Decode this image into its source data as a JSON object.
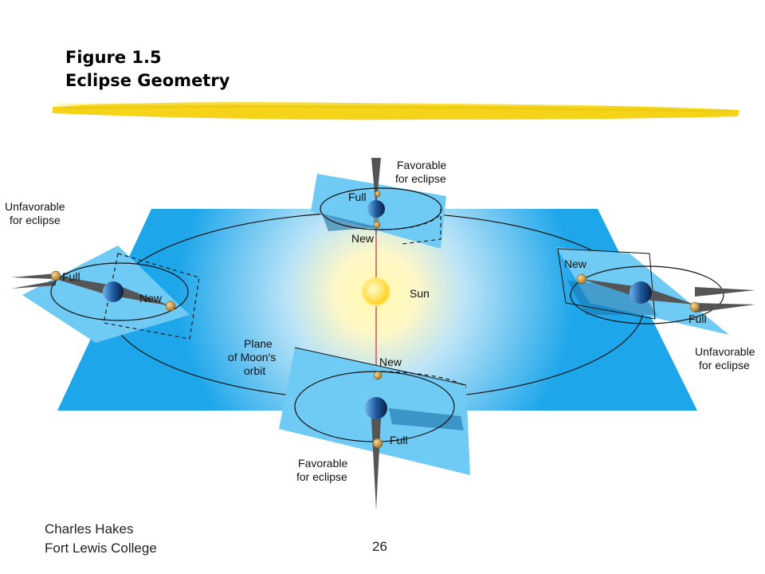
{
  "title": {
    "figure_number": "Figure 1.5",
    "figure_name": "Eclipse Geometry"
  },
  "labels": {
    "sun": "Sun",
    "plane_line1": "Plane",
    "plane_line2": "of Moon's",
    "plane_line3": "orbit",
    "full": "Full",
    "new": "New",
    "favorable_line1": "Favorable",
    "favorable_line2": "for eclipse",
    "unfavorable_line1": "Unfavorable",
    "unfavorable_line2": "for eclipse"
  },
  "footer": {
    "author": "Charles Hakes",
    "institution": "Fort Lewis College",
    "page_number": "26"
  },
  "colors": {
    "ecliptic_plane": "#1da6ea",
    "orbit_plane": "#6fcaf4",
    "sun": "#ffe234",
    "moon": "#b8862a",
    "earth": "#1f5aa0",
    "shadow_cone": "#4a4a4a",
    "title_underline": "#f5d319"
  }
}
